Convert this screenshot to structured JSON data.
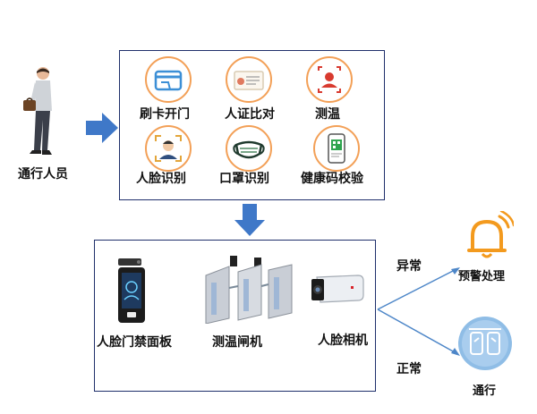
{
  "person": {
    "label": "通行人员"
  },
  "checks": [
    {
      "label": "刷卡开门",
      "icon": "card-swipe-icon"
    },
    {
      "label": "人证比对",
      "icon": "id-card-icon"
    },
    {
      "label": "测温",
      "icon": "temperature-scan-icon"
    },
    {
      "label": "人脸识别",
      "icon": "face-recognition-icon"
    },
    {
      "label": "口罩识别",
      "icon": "mask-icon"
    },
    {
      "label": "健康码校验",
      "icon": "health-code-icon"
    }
  ],
  "devices": [
    {
      "label": "人脸门禁面板",
      "icon": "face-access-panel-icon"
    },
    {
      "label": "测温闸机",
      "icon": "turnstile-gate-icon"
    },
    {
      "label": "人脸相机",
      "icon": "face-camera-icon"
    }
  ],
  "branches": {
    "abnormal": {
      "condition": "异常",
      "result": "预警处理",
      "icon": "alarm-bell-icon"
    },
    "normal": {
      "condition": "正常",
      "result": "通行",
      "icon": "pass-gate-icon"
    }
  },
  "colors": {
    "accent_orange": "#f3a057",
    "arrow_blue": "#3f78c8",
    "box_border": "#1f2f6b",
    "pass_blue": "#8fbde6"
  }
}
